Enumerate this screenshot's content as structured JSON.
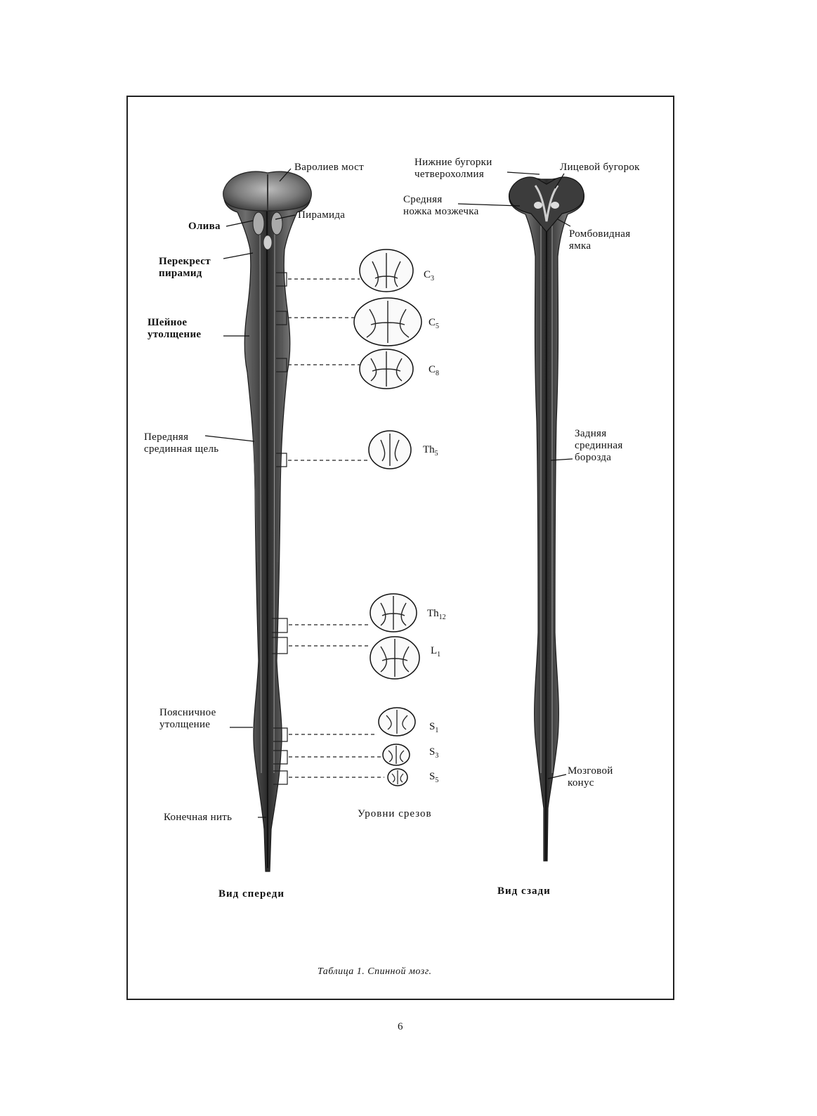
{
  "front_view": {
    "title": "Вид спереди",
    "labels": {
      "pons": "Варолиев мост",
      "pyramid": "Пирамида",
      "olive": "Олива",
      "pyramidal_decussation": "Перекрест\nпирамид",
      "cervical_enlargement": "Шейное\nутолщение",
      "anterior_median_fissure": "Передняя\nсрединная щель",
      "lumbar_enlargement": "Поясничное\nутолщение",
      "filum_terminale": "Конечная нить"
    }
  },
  "back_view": {
    "title": "Вид сзади",
    "labels": {
      "inferior_colliculi": "Нижние бугорки\nчетверохолмия",
      "facial_colliculus": "Лицевой бугорок",
      "middle_cerebellar_peduncle": "Средняя\nножка мозжечка",
      "rhomboid_fossa": "Ромбовидная\nямка",
      "posterior_median_sulcus": "Задняя\nсрединная\nборозда",
      "conus_medullaris": "Мозговой\nконус"
    }
  },
  "sections": {
    "title": "Уровни срезов",
    "levels": [
      {
        "base": "C",
        "sub": "3"
      },
      {
        "base": "C",
        "sub": "5"
      },
      {
        "base": "C",
        "sub": "8"
      },
      {
        "base": "Th",
        "sub": "5"
      },
      {
        "base": "Th",
        "sub": "12"
      },
      {
        "base": "L",
        "sub": "1"
      },
      {
        "base": "S",
        "sub": "1"
      },
      {
        "base": "S",
        "sub": "3"
      },
      {
        "base": "S",
        "sub": "5"
      }
    ]
  },
  "caption": "Таблица 1. Спинной мозг.",
  "page_number": "6"
}
